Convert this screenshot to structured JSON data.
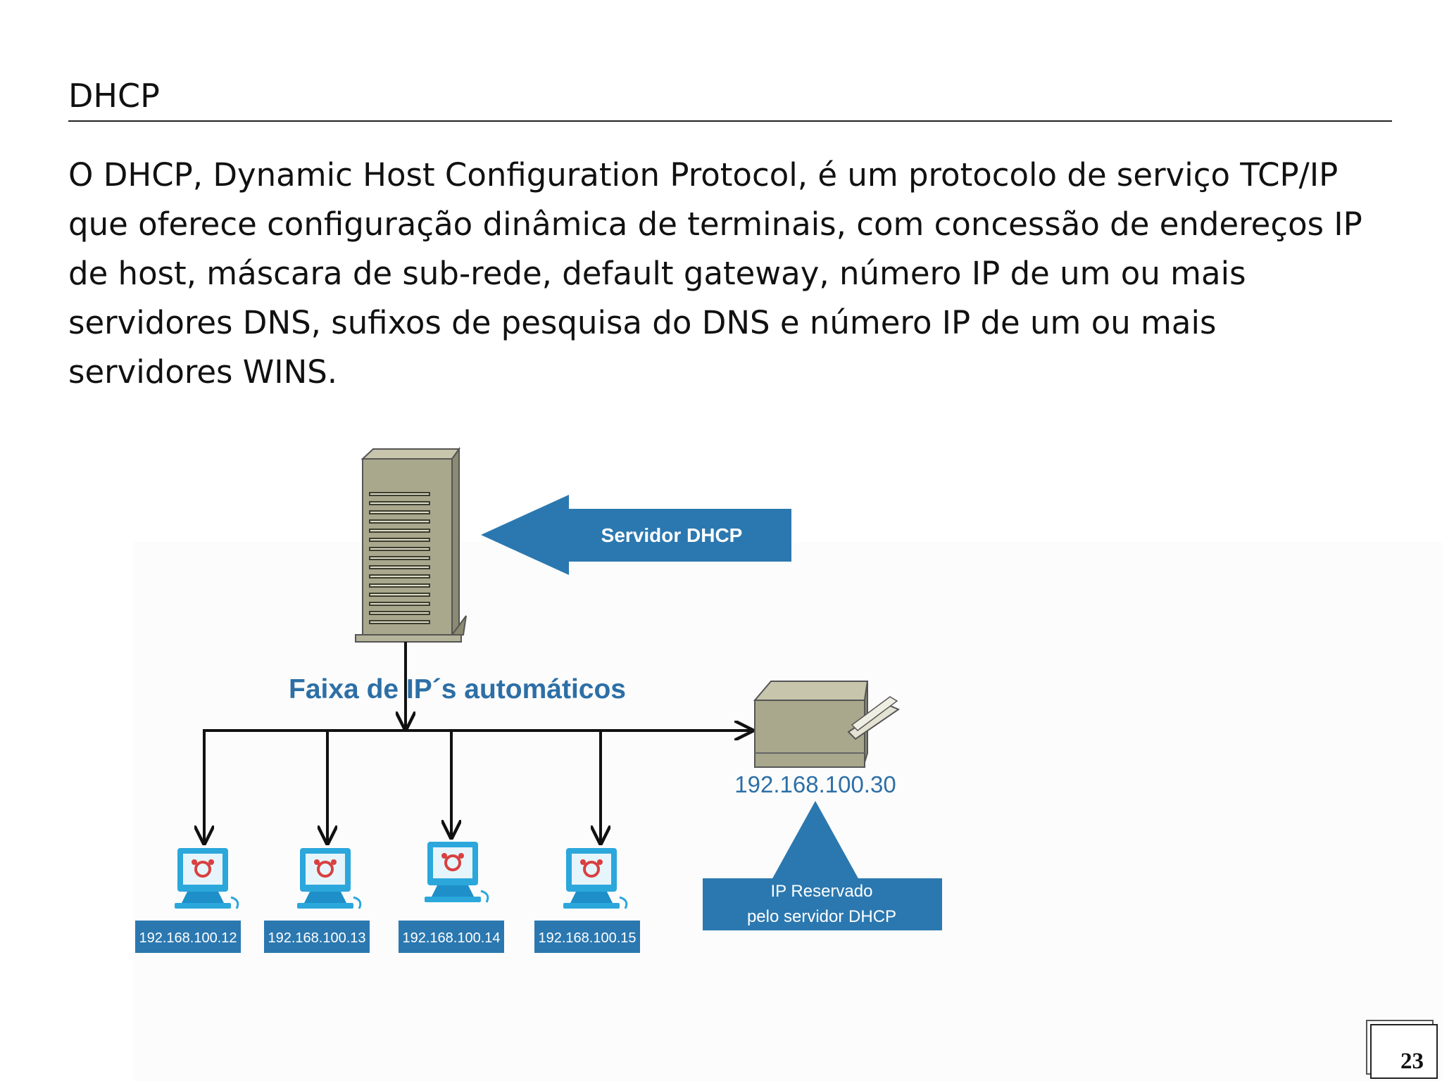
{
  "slide": {
    "title": "DHCP",
    "body_lines": [
      "O DHCP, Dynamic Host Configuration Protocol, é um protocolo de serviço TCP/IP",
      "que oferece configuração dinâmica de terminais, com concessão de endereços IP",
      "de host, máscara de sub-rede, default gateway, número IP de um ou mais",
      "servidores DNS, sufixos de pesquisa do DNS e número IP de um ou mais",
      "servidores WINS."
    ],
    "page_number": "23"
  },
  "diagram": {
    "server_label": "Servidor DHCP",
    "range_label": "Faixa de IP´s automáticos",
    "printer_ip": "192.168.100.30",
    "reserved_line1": "IP Reservado",
    "reserved_line2": "pelo servidor DHCP",
    "clients": [
      {
        "ip": "192.168.100.12"
      },
      {
        "ip": "192.168.100.13"
      },
      {
        "ip": "192.168.100.14"
      },
      {
        "ip": "192.168.100.15"
      }
    ],
    "colors": {
      "label_blue": "#2b78b0",
      "text_blue": "#2d6fa6",
      "server_tan": "#a9a88d",
      "monitor_blue": "#2ba7dc"
    }
  }
}
